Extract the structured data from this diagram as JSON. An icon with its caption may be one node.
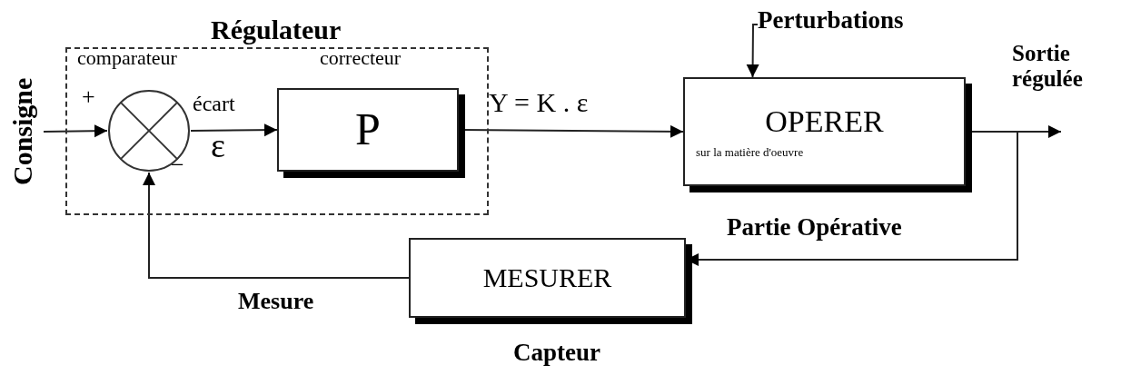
{
  "diagram": {
    "nodes": [
      {
        "text": [
          "Consigne"
        ]
      },
      {
        "text": [
          "Régulateur"
        ]
      },
      {
        "text": [],
        "shape": "circle",
        "in": 1,
        "beside": [
          "comparateur"
        ]
      },
      {
        "text": [
          "P"
        ],
        "in": 1,
        "beside": [
          "correcteur"
        ]
      },
      {
        "text": [
          "Perturbations"
        ]
      },
      {
        "text": [
          "OPERER",
          "sur la matière d'oeuvre"
        ],
        "beside": [
          "Partie Opérative"
        ]
      },
      {
        "text": [
          "Sortie régulée"
        ]
      },
      {
        "text": [
          "MESURER"
        ],
        "beside": [
          "Capteur"
        ]
      }
    ],
    "edges": [
      {
        "from": 0,
        "to": 2,
        "arrow": "to"
      },
      {
        "from": 2,
        "to": 3,
        "arrow": "to",
        "label": "écart"
      },
      {
        "from": 3,
        "to": 5,
        "arrow": "to",
        "label": "Y = K . ε"
      },
      {
        "from": 4,
        "to": 5,
        "arrow": "to"
      },
      {
        "from": 5,
        "to": 6,
        "arrow": "to"
      },
      {
        "from": 5,
        "to": 7,
        "arrow": "to"
      },
      {
        "from": 7,
        "to": 2,
        "arrow": "to",
        "label": "Mesure"
      }
    ],
    "labels": [
      "+",
      "−",
      "ε"
    ]
  }
}
